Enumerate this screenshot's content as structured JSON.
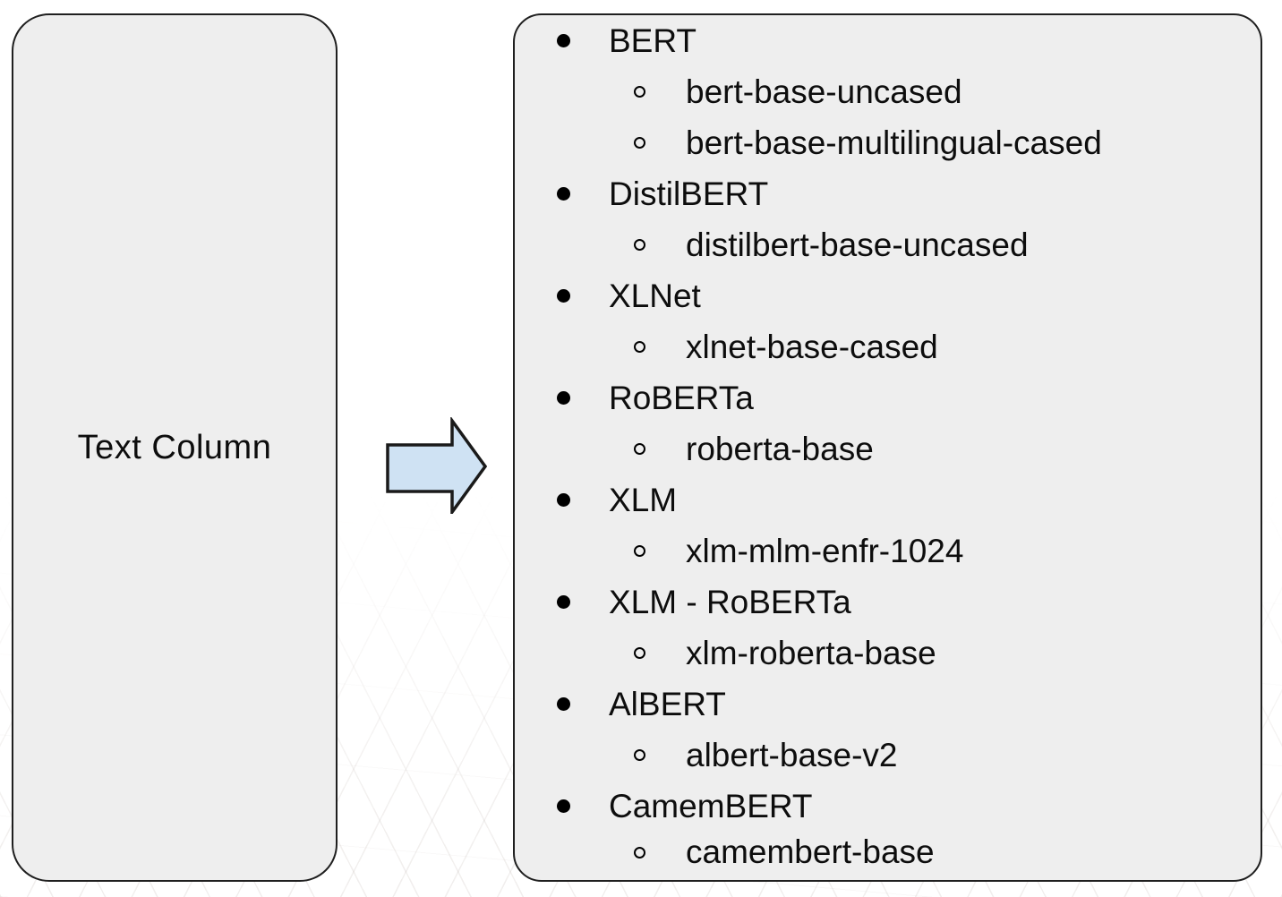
{
  "left_box": {
    "label": "Text Column"
  },
  "arrow": {
    "direction": "right",
    "fill": "#cfe2f3",
    "stroke": "#1a1a1a"
  },
  "right_box": {
    "groups": [
      {
        "model": "BERT",
        "variants": [
          "bert-base-uncased",
          "bert-base-multilingual-cased"
        ]
      },
      {
        "model": "DistilBERT",
        "variants": [
          "distilbert-base-uncased"
        ]
      },
      {
        "model": "XLNet",
        "variants": [
          "xlnet-base-cased"
        ]
      },
      {
        "model": "RoBERTa",
        "variants": [
          "roberta-base"
        ]
      },
      {
        "model": "XLM",
        "variants": [
          "xlm-mlm-enfr-1024"
        ]
      },
      {
        "model": "XLM - RoBERTa",
        "variants": [
          "xlm-roberta-base"
        ]
      },
      {
        "model": "AlBERT",
        "variants": [
          "albert-base-v2"
        ]
      },
      {
        "model": "CamemBERT",
        "variants": [
          "camembert-base"
        ]
      }
    ]
  },
  "colors": {
    "box_fill": "#eeeeee",
    "box_border": "#1f1f1f",
    "text": "#0d0d0d"
  }
}
